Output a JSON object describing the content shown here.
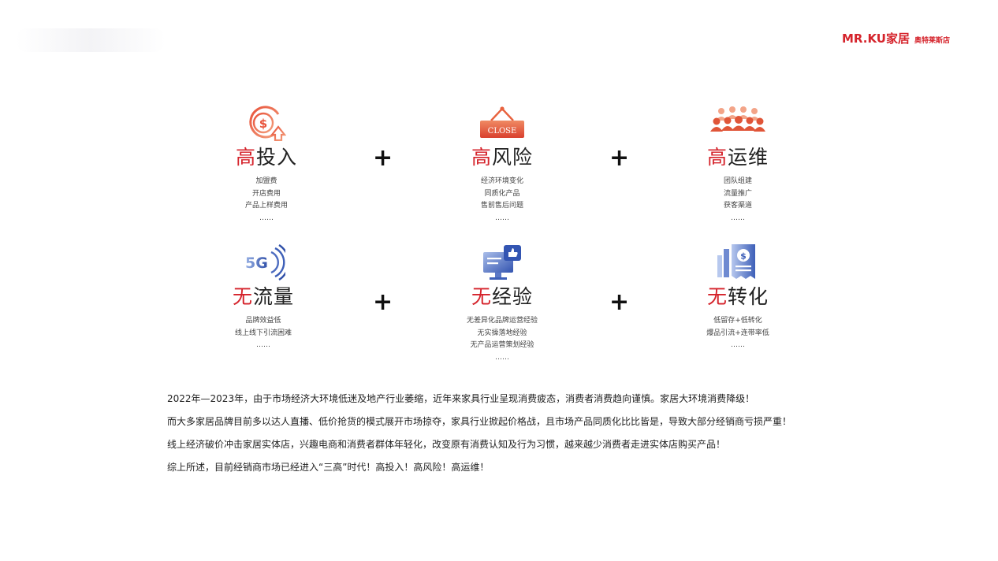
{
  "brand": {
    "name": "MR.KU家居",
    "sub": "奥特莱斯店"
  },
  "cards": [
    {
      "icon": "dollar-up-icon",
      "lead": "高",
      "rest": "投入",
      "lines": [
        "加盟费",
        "开店费用",
        "产品上样费用",
        "……"
      ]
    },
    {
      "icon": "close-sign-icon",
      "icon_text": "CLOSE",
      "lead": "高",
      "rest": "风险",
      "lines": [
        "经济环境变化",
        "同质化产品",
        "售前售后问题",
        "……"
      ]
    },
    {
      "icon": "team-people-icon",
      "lead": "高",
      "rest": "运维",
      "lines": [
        "团队组建",
        "流量推广",
        "获客渠道",
        "……"
      ]
    },
    {
      "icon": "5g-signal-icon",
      "icon_text": "5G",
      "lead": "无",
      "rest": "流量",
      "lines": [
        "品牌效益低",
        "线上线下引流困难",
        "……"
      ]
    },
    {
      "icon": "monitor-thumbs-up-icon",
      "lead": "无",
      "rest": "经验",
      "lines": [
        "无差异化品牌运营经验",
        "无实操落地经验",
        "无产品运营策划经验",
        "……"
      ]
    },
    {
      "icon": "bar-dollar-icon",
      "lead": "无",
      "rest": "转化",
      "lines": [
        "低留存+低转化",
        "爆品引流+连带率低",
        "……"
      ]
    }
  ],
  "plus": "+",
  "paragraphs": [
    "2022年—2023年，由于市场经济大环境低迷及地产行业萎缩，近年来家具行业呈现消费疲态，消费者消费趋向谨慎。家居大环境消费降级！",
    "而大多家居品牌目前多以达人直播、低价抢货的模式展开市场掠夺，家具行业掀起价格战，且市场产品同质化比比皆是，导致大部分经销商亏损严重！",
    "线上经济破价冲击家居实体店，兴趣电商和消费者群体年轻化，改变原有消费认知及行为习惯，越来越少消费者走进实体店购买产品！",
    "综上所述，目前经销商市场已经进入“三高”时代！高投入！高风险！高运维！"
  ],
  "colors": {
    "accent": "#d5232b",
    "blue": "#3d5fb8"
  }
}
